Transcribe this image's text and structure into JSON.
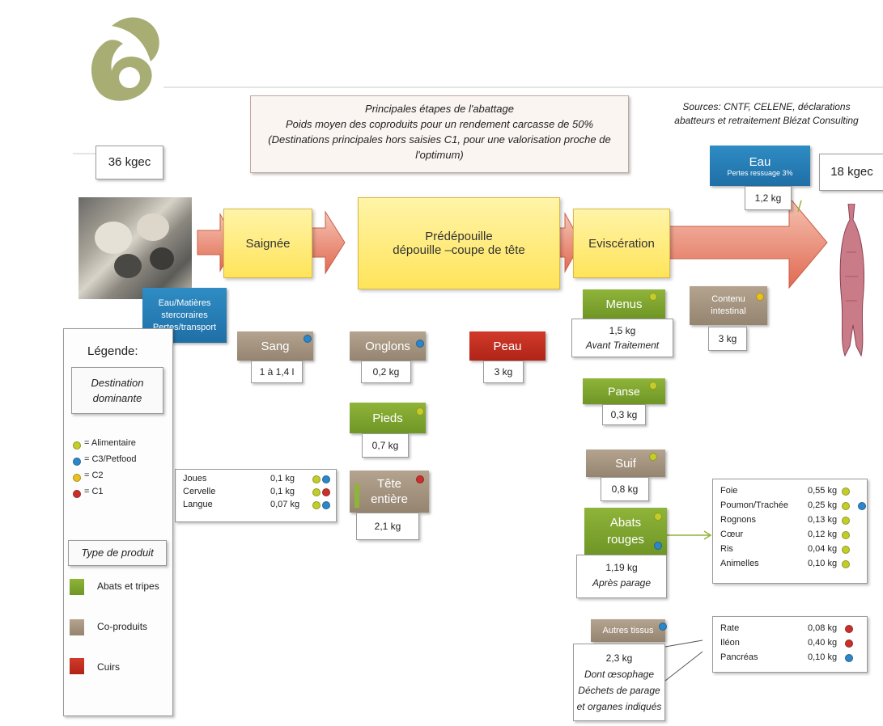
{
  "header": {
    "title_lines": [
      "Principales étapes de l'abattage",
      "Poids moyen des coproduits pour un rendement carcasse de 50%",
      "(Destinations principales hors saisies C1, pour une valorisation proche de",
      "l'optimum)"
    ],
    "sources_lines": [
      "Sources: CNTF, CELENE, déclarations",
      "abatteurs et retraitement Blézat Consulting"
    ]
  },
  "weights": {
    "live": "36  kgec",
    "carcass": "18  kgec"
  },
  "steps": {
    "saignee": "Saignée",
    "predepouille_1": "Prédépouille",
    "predepouille_2": "dépouille –coupe de tête",
    "evisceration": "Eviscération"
  },
  "eau": {
    "label": "Eau",
    "sub": "Pertes ressuage  3%",
    "value": "1,2 kg"
  },
  "eau_matieres": [
    "Eau/Matières",
    "stercoraires",
    "Pertes/transport"
  ],
  "coproducts": {
    "sang": {
      "label": "Sang",
      "value": "1 à 1,4 l"
    },
    "onglons": {
      "label": "Onglons",
      "value": "0,2 kg"
    },
    "peau": {
      "label": "Peau",
      "value": "3 kg"
    },
    "pieds": {
      "label": "Pieds",
      "value": "0,7 kg"
    },
    "tete": {
      "label_1": "Tête",
      "label_2": "entière",
      "value": "2,1 kg"
    },
    "menus": {
      "label": "Menus",
      "value_1": "1,5 kg",
      "value_2": "Avant Traitement"
    },
    "contenu": {
      "label_1": "Contenu",
      "label_2": "intestinal",
      "value": "3 kg"
    },
    "panse": {
      "label": "Panse",
      "value": "0,3 kg"
    },
    "suif": {
      "label": "Suif",
      "value": "0,8 kg"
    },
    "abats": {
      "label_1": "Abats",
      "label_2": "rouges",
      "value_1": "1,19 kg",
      "value_2": "Après parage"
    },
    "autres": {
      "label": "Autres tissus",
      "value_lines": [
        "2,3 kg",
        "Dont œsophage",
        "Déchets de parage",
        "et organes indiqués"
      ]
    }
  },
  "tete_details": [
    {
      "name": "Joues",
      "value": "0,1 kg"
    },
    {
      "name": "Cervelle",
      "value": "0,1 kg"
    },
    {
      "name": "Langue",
      "value": "0,07 kg"
    }
  ],
  "abats_details": [
    {
      "name": "Foie",
      "value": "0,55 kg"
    },
    {
      "name": "Poumon/Trachée",
      "value": "0,25 kg"
    },
    {
      "name": "Rognons",
      "value": "0,13 kg"
    },
    {
      "name": "Cœur",
      "value": "0,12 kg"
    },
    {
      "name": "Ris",
      "value": "0,04 kg"
    },
    {
      "name": "Animelles",
      "value": "0,10 kg"
    }
  ],
  "autres_details": [
    {
      "name": "Rate",
      "value": "0,08 kg"
    },
    {
      "name": "Iléon",
      "value": "0,40 kg"
    },
    {
      "name": "Pancréas",
      "value": "0,10 kg"
    }
  ],
  "legend": {
    "title": "Légende:",
    "destination_1": "Destination",
    "destination_2": "dominante",
    "dest_items": [
      "= Alimentaire",
      "= C3/Petfood",
      "= C2",
      "= C1"
    ],
    "type_title": "Type de produit",
    "type_items": [
      "Abats et tripes",
      "Co-produits",
      "Cuirs"
    ]
  },
  "colors": {
    "alimentaire": "#c2cc2a",
    "c3_petfood": "#2c86c8",
    "c2": "#e8c020",
    "c1": "#c9302c",
    "abats_tripes": "#7fa52f",
    "co_produits": "#a89883",
    "cuirs": "#c42e20",
    "eau": "#2478b0"
  }
}
